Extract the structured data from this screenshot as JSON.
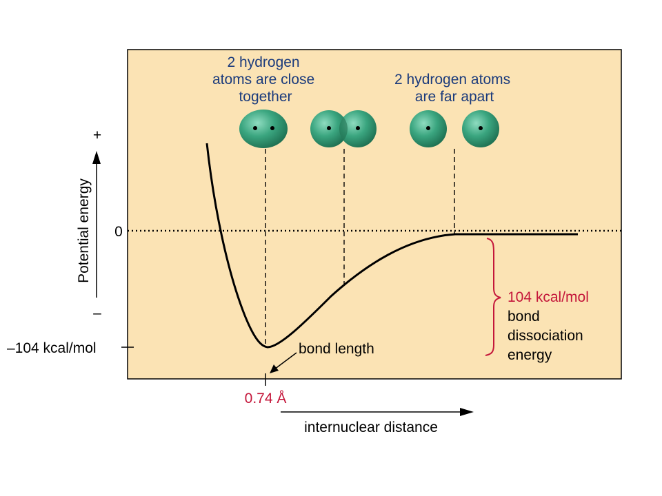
{
  "colors": {
    "panel_fill": "#fbe3b4",
    "annotation_blue": "#1b3b7c",
    "annotation_red": "#c4163a",
    "atom_green": "#2e9b72",
    "ink": "#000000"
  },
  "labels": {
    "close_title": [
      "2 hydrogen",
      "atoms are close",
      "together"
    ],
    "far_title": [
      "2 hydrogen atoms",
      "are far apart"
    ],
    "y_axis": "Potential energy",
    "y_plus": "+",
    "y_minus": "–",
    "zero": "0",
    "min_energy": "–104 kcal/mol",
    "bond_length": "bond length",
    "bond_length_value": "0.74 Å",
    "dissociation_value": "104 kcal/mol",
    "dissociation_text": [
      "bond",
      "dissociation",
      "energy"
    ],
    "x_axis": "internuclear distance"
  },
  "icons": {
    "atom": "hydrogen-atom-sphere",
    "nucleus": "nucleus-dot"
  }
}
